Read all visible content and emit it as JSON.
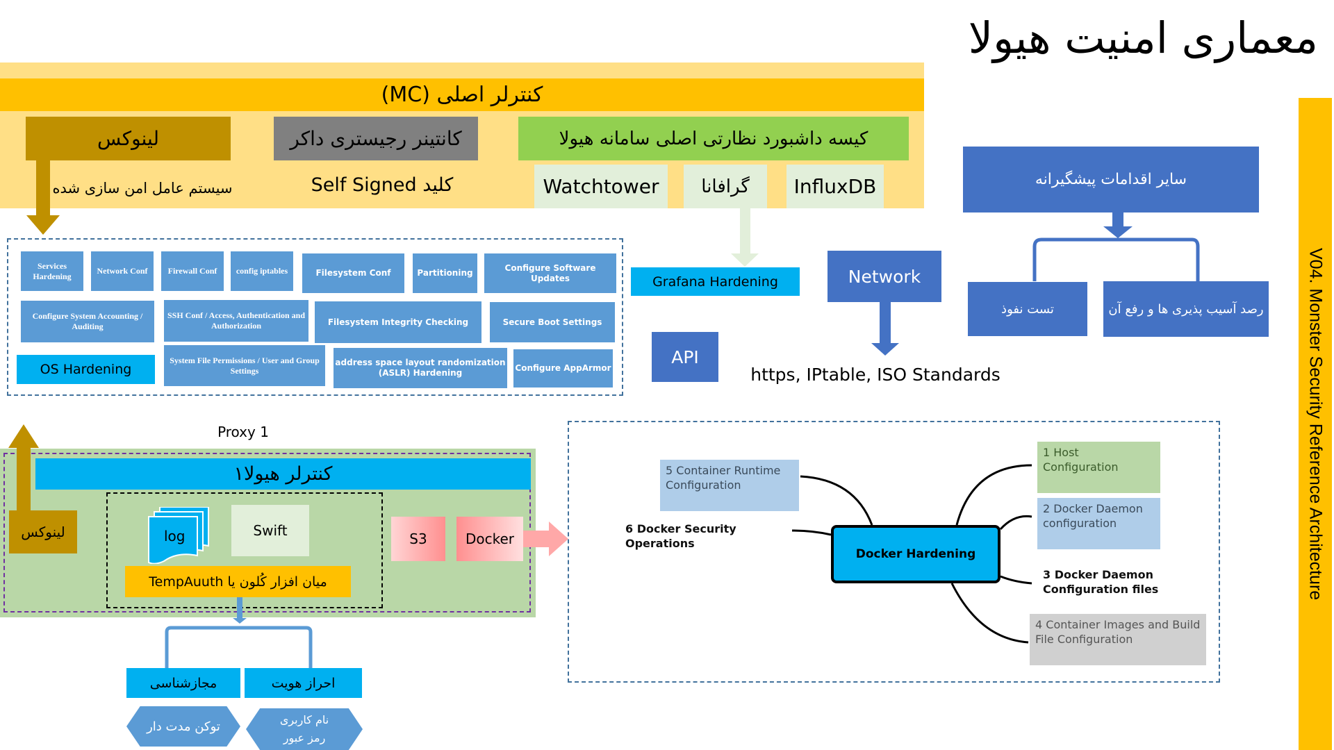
{
  "title": "معماری امنیت هیولا",
  "side_banner": "V04. Monster Security Reference Architecture",
  "main_controller": {
    "label": "کنترلر اصلی (MC)",
    "linux": "لینوکس",
    "hardened_os": "سیستم عامل امن سازی شده",
    "docker_registry": "کانتینر رجیستری داکر",
    "self_signed": "کلید  Self Signed",
    "dashboard": "کیسه داشبورد نظارتی اصلی سامانه هیولا",
    "watchtower": "Watchtower",
    "grafana": "گرافانا",
    "influxdb": "InfluxDB"
  },
  "os_hardening": {
    "label": "OS Hardening",
    "items": [
      "Services Hardening",
      "Network Conf",
      "Firewall Conf",
      "config iptables",
      "Filesystem Conf",
      "Partitioning",
      "Configure Software Updates",
      "Configure System Accounting / Auditing",
      "SSH Conf / Access, Authentication and Authorization",
      "Filesystem Integrity Checking",
      "Secure Boot Settings",
      "System File Permissions / User and Group Settings",
      "address space layout randomization (ASLR) Hardening",
      "Configure AppArmor"
    ]
  },
  "grafana_hardening": "Grafana Hardening",
  "network": {
    "label": "Network",
    "standards": "https, IPtable, ISO Standards"
  },
  "api": "API",
  "preventive": {
    "label": "سایر اقدامات پیشگیرانه",
    "pentest": "تست نفوذ",
    "vuln": "رصد آسیب پذیری ها و رفع آن"
  },
  "proxy": {
    "label": "Proxy 1",
    "controller": "کنترلر هیولا۱",
    "linux": "لینوکس",
    "log": "log",
    "swift": "Swift",
    "tempauth": "میان افزار کُلون یا TempAuuth",
    "s3": "S3",
    "docker": "Docker"
  },
  "auth": {
    "authorization": "مجازشناسی",
    "authentication": "احراز هویت",
    "token": "توکن مدت دار",
    "username": "نام کاربری",
    "password": "رمز عبور"
  },
  "docker_hardening": {
    "center": "Docker Hardening",
    "items": [
      "1 Host Configuration",
      "2 Docker Daemon configuration",
      "3 Docker Daemon Configuration files",
      "4 Container Images and Build File Configuration",
      "5 Container Runtime Configuration",
      "6 Docker Security Operations"
    ]
  },
  "colors": {
    "gold": "#ffc000",
    "light_gold": "#ffdf86",
    "olive": "#bf9000",
    "blue": "#4472c4",
    "steel_blue": "#5b9bd5",
    "cyan": "#00b0f0",
    "green": "#92d050"
  }
}
